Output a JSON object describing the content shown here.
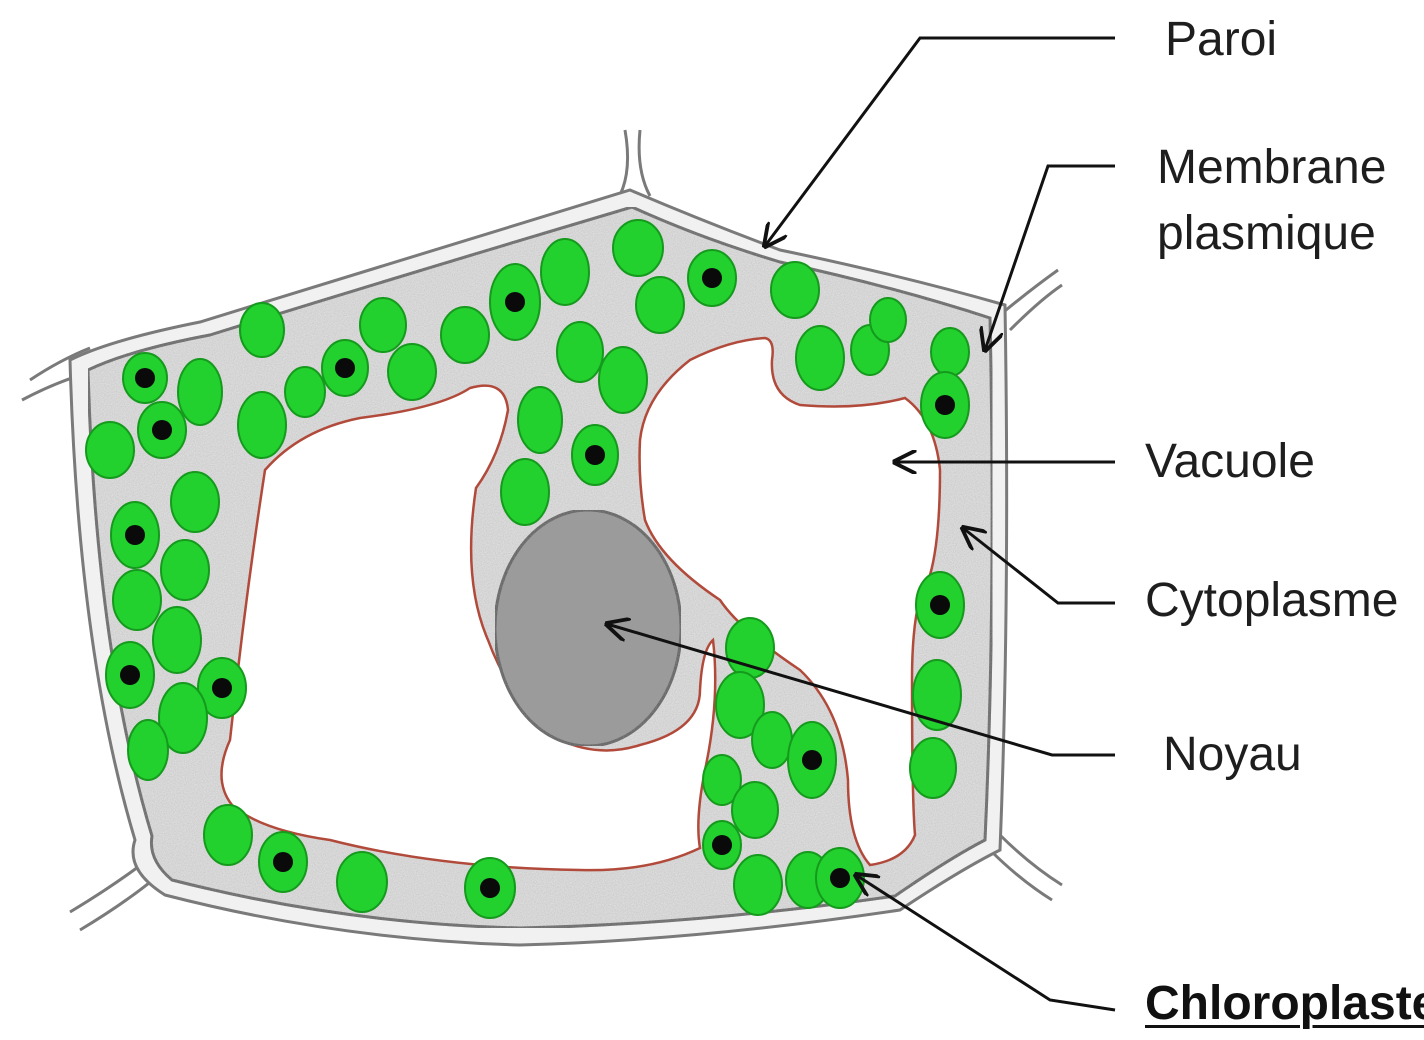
{
  "diagram": {
    "labels": {
      "paroi": "Paroi",
      "membrane_line1": "Membrane",
      "membrane_line2": "plasmique",
      "vacuole": "Vacuole",
      "cytoplasme": "Cytoplasme",
      "noyau": "Noyau",
      "chloroplaste": "Chloroplaste"
    },
    "colors": {
      "wall": "#f1f1f1",
      "cytoplasm": "#e6e6e6",
      "vacuole": "#ffffff",
      "tonoplast": "#b14a3a",
      "chloroplast": "#22d02e",
      "chloroplast_edge": "#159a1d",
      "starch_grain": "#0a0a0a",
      "nucleus": "#9a9a9a",
      "arrow": "#111111"
    },
    "icons": [
      "arrow-icon"
    ]
  }
}
